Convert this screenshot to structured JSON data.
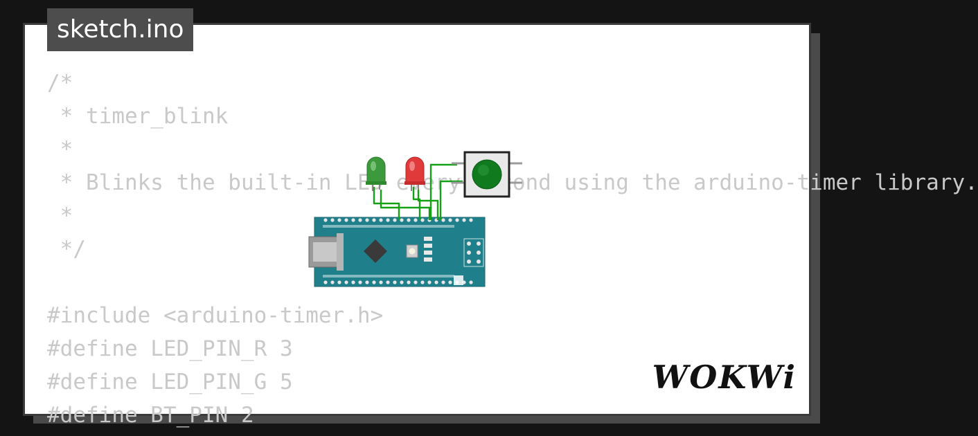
{
  "title": "sketch.ino",
  "code_lines": [
    "/*",
    " * timer_blink",
    " *",
    " * Blinks the built-in LED every second using the arduino-timer library.",
    " *",
    " */",
    "",
    "#include <arduino-timer.h>",
    "#define LED_PIN_R 3",
    "#define LED_PIN_G 5",
    "#define BT_PIN 2"
  ],
  "logo": "WOKWi",
  "colors": {
    "background": "#141414",
    "card": "#ffffff",
    "code_text": "#c9c9c9",
    "board": "#1f7f8a",
    "wire": "#14a014",
    "led_green": "#3c9a3c",
    "led_red": "#e03a3a",
    "button": "#0f7a1e"
  }
}
